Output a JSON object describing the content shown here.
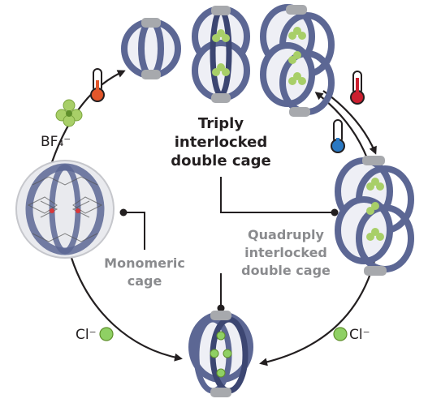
{
  "labels": {
    "triply": [
      "Triply",
      "interlocked",
      "double cage"
    ],
    "monomeric": [
      "Monomeric",
      "cage"
    ],
    "quadruply": [
      "Quadruply",
      "interlocked",
      "double cage"
    ],
    "bf4": "BF₄⁻",
    "cl_left": "Cl⁻",
    "cl_right": "Cl⁻"
  },
  "colors": {
    "ring": "#5c6794",
    "ring_dark": "#3c4672",
    "ring_light": "#c9cde0",
    "cap": "#a7a9ad",
    "guest_green": "#a8cf68",
    "guest_dark": "#7aa43c",
    "chloride": "#8fd064",
    "text_gray": "#8a8b8e",
    "arrow": "#231f20",
    "thermo_hot": "#e2562a",
    "thermo_red": "#cc1f2f",
    "thermo_cold": "#2a78c2"
  },
  "icons": [
    "thermometer-hot-icon",
    "thermometer-red-icon",
    "thermometer-cold-icon",
    "bf4-anion-icon",
    "chloride-icon"
  ]
}
